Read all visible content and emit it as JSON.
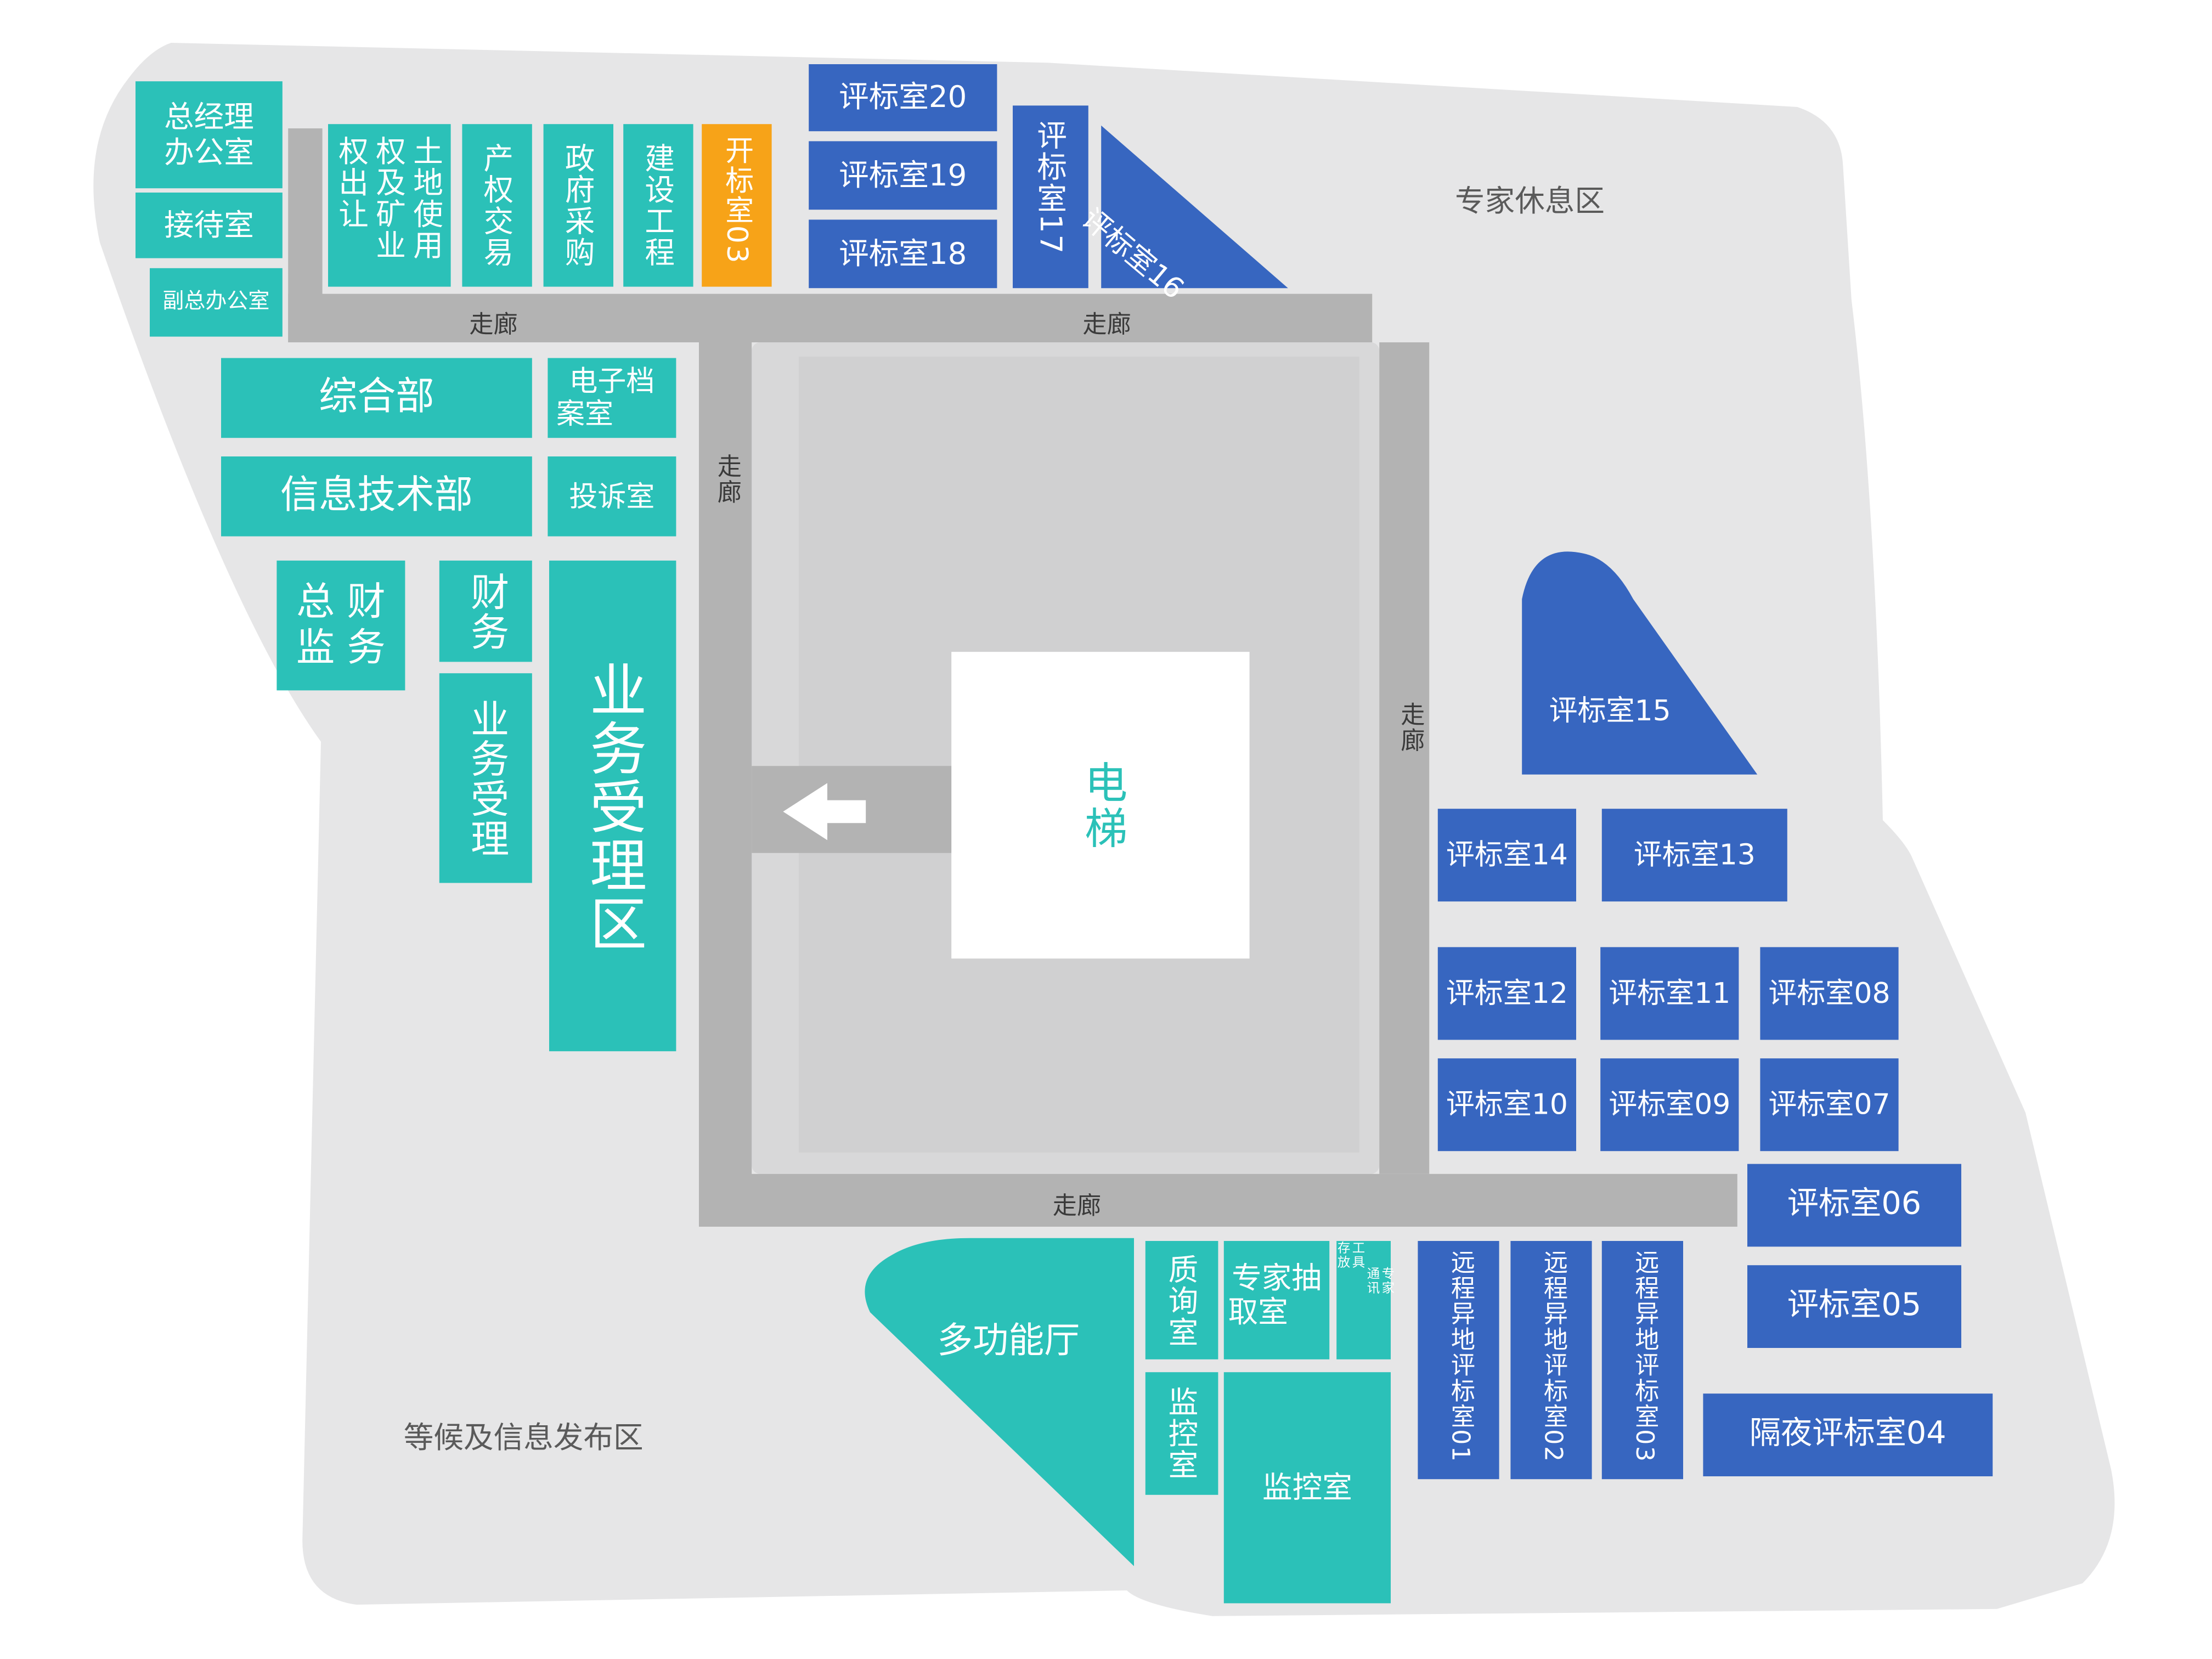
{
  "colors": {
    "floor": "#e6e6e7",
    "corridor": "#b3b3b3",
    "office_rooms": "#2bc1b8",
    "evaluation_rooms": "#3766c0",
    "bid_opening_room": "#f7a318"
  },
  "areas": {
    "expert_rest": "专家休息区",
    "waiting_info": "等候及信息发布区"
  },
  "corridors": {
    "top_left": "走廊",
    "top_right": "走廊",
    "left_vertical": "走廊",
    "right_vertical": "走廊",
    "bottom": "走廊"
  },
  "direction_icon": "arrow-left-icon",
  "elevator": "电梯",
  "offices": {
    "gm_office_line1": "总经理",
    "gm_office_line2": "办公室",
    "reception": "接待室",
    "deputy_office": "副总办公室",
    "land_col1": "权出让",
    "land_col2": "权及矿业",
    "land_col3": "土地使用",
    "property_trading": "产权交易",
    "gov_procurement": "政府采购",
    "construction": "建设工程",
    "general_dept": "综合部",
    "archive_line1": "电子档",
    "archive_line2": "案室",
    "it_dept": "信息技术部",
    "complaint": "投诉室",
    "chief_fin_line1": "总 财",
    "chief_fin_line2": "监 务",
    "finance": "财务",
    "business_accept": "业务受理",
    "business_area": "业务受理区",
    "multi_hall": "多功能厅",
    "inquiry": "质询室",
    "expert_draw_line1": "专家抽",
    "expert_draw_line2": "取室",
    "tool_storage_col1": "专家",
    "tool_storage_col2": "通讯",
    "tool_storage_col3": "工具",
    "tool_storage_col4": "存放",
    "monitor_small": "监控室",
    "monitor_large": "监控室"
  },
  "bid_opening_03": "开标室03",
  "eval_rooms": {
    "r20": "评标室20",
    "r19": "评标室19",
    "r18": "评标室18",
    "r17": "评标室17",
    "r16": "评标室16",
    "r15": "评标室15",
    "r14": "评标室14",
    "r13": "评标室13",
    "r12": "评标室12",
    "r11": "评标室11",
    "r08": "评标室08",
    "r10": "评标室10",
    "r09": "评标室09",
    "r07": "评标室07",
    "r06": "评标室06",
    "r05": "评标室05",
    "r04": "隔夜评标室04",
    "remote01": "远程异地评标室01",
    "remote02": "远程异地评标室02",
    "remote03": "远程异地评标室03"
  }
}
